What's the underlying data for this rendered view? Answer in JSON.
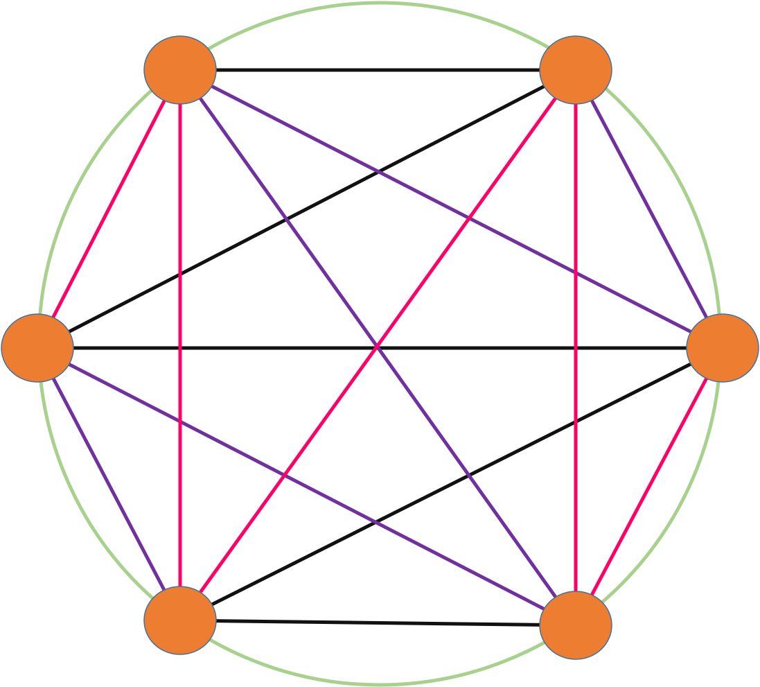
{
  "graph": {
    "circle_color": "#a9d18e",
    "node_fill": "#ed7d31",
    "node_stroke": "#41719c",
    "edge_colors": {
      "black": "#111111",
      "purple": "#7030a0",
      "pink": "#ff0066"
    },
    "nodes": [
      {
        "id": "top-left"
      },
      {
        "id": "top-right"
      },
      {
        "id": "right"
      },
      {
        "id": "bottom-right"
      },
      {
        "id": "bottom-left"
      },
      {
        "id": "left"
      }
    ],
    "edges": [
      {
        "from": "top-left",
        "to": "top-right",
        "color": "black"
      },
      {
        "from": "top-right",
        "to": "left",
        "color": "black"
      },
      {
        "from": "left",
        "to": "right",
        "color": "black"
      },
      {
        "from": "right",
        "to": "bottom-left",
        "color": "black"
      },
      {
        "from": "bottom-left",
        "to": "bottom-right",
        "color": "black"
      },
      {
        "from": "top-left",
        "to": "right",
        "color": "purple"
      },
      {
        "from": "top-left",
        "to": "bottom-right",
        "color": "purple"
      },
      {
        "from": "top-right",
        "to": "right",
        "color": "purple"
      },
      {
        "from": "left",
        "to": "bottom-right",
        "color": "purple"
      },
      {
        "from": "left",
        "to": "bottom-left",
        "color": "purple"
      },
      {
        "from": "top-left",
        "to": "left",
        "color": "pink"
      },
      {
        "from": "top-left",
        "to": "bottom-left",
        "color": "pink"
      },
      {
        "from": "top-right",
        "to": "bottom-left",
        "color": "pink"
      },
      {
        "from": "top-right",
        "to": "bottom-right",
        "color": "pink"
      },
      {
        "from": "right",
        "to": "bottom-right",
        "color": "pink"
      }
    ]
  }
}
